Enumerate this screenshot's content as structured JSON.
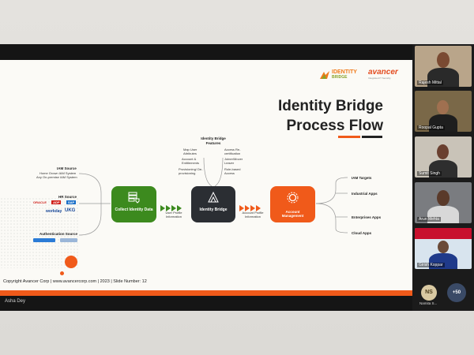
{
  "slide": {
    "title_line1": "Identity Bridge",
    "title_line2": "Process Flow",
    "copyright": "Copyright Avancer Corp | www.avancercorp.com | 2023 | Slide Number: 12"
  },
  "logos": {
    "identity_bridge": [
      "IDENTITY",
      "BRIDGE"
    ],
    "avancer": "avancer",
    "avancer_tag": "Integrated IT Security"
  },
  "sources": {
    "iam_title": "IAM Source",
    "iam_lines": [
      "Home Grown IAM System",
      "Any On-premise IAM System"
    ],
    "hr_title": "HR Source",
    "hr_brands": [
      "ORACLE",
      "ADP",
      "SAP",
      "workday",
      "UKG"
    ],
    "auth_title": "Authentication Source"
  },
  "flow": {
    "collect": "Collect Identity Data",
    "user_profile": "User Profile Information",
    "bridge": "Identity Bridge",
    "account_profile": "Account Profile Information",
    "account_mgmt": "Account Management"
  },
  "features": {
    "title": "Identity Bridge Features",
    "left": [
      "Map User Attributes",
      "Account & Entitlements",
      "Provisioning/ De-provisioning"
    ],
    "right": [
      "Access Re-certification",
      "Joiner/Mover Leaver",
      "Role-based Access"
    ]
  },
  "targets": [
    "IAM Targets",
    "Industrial Apps",
    "Enterprises Apps",
    "Cloud Apps"
  ],
  "participants": [
    {
      "name": "Rajesh Mittal"
    },
    {
      "name": "Roopal Gupta"
    },
    {
      "name": "Sumit Singh"
    },
    {
      "name": "Arun Mehta"
    },
    {
      "name": "Girish Koppar"
    }
  ],
  "extra": {
    "initials": "NS",
    "initials_name": "Namita S...",
    "more_count": "+50"
  },
  "presenter": "Asha Dey",
  "colors": {
    "orange": "#f05a1a",
    "green": "#3c8a1e",
    "dark": "#2b2e33"
  }
}
